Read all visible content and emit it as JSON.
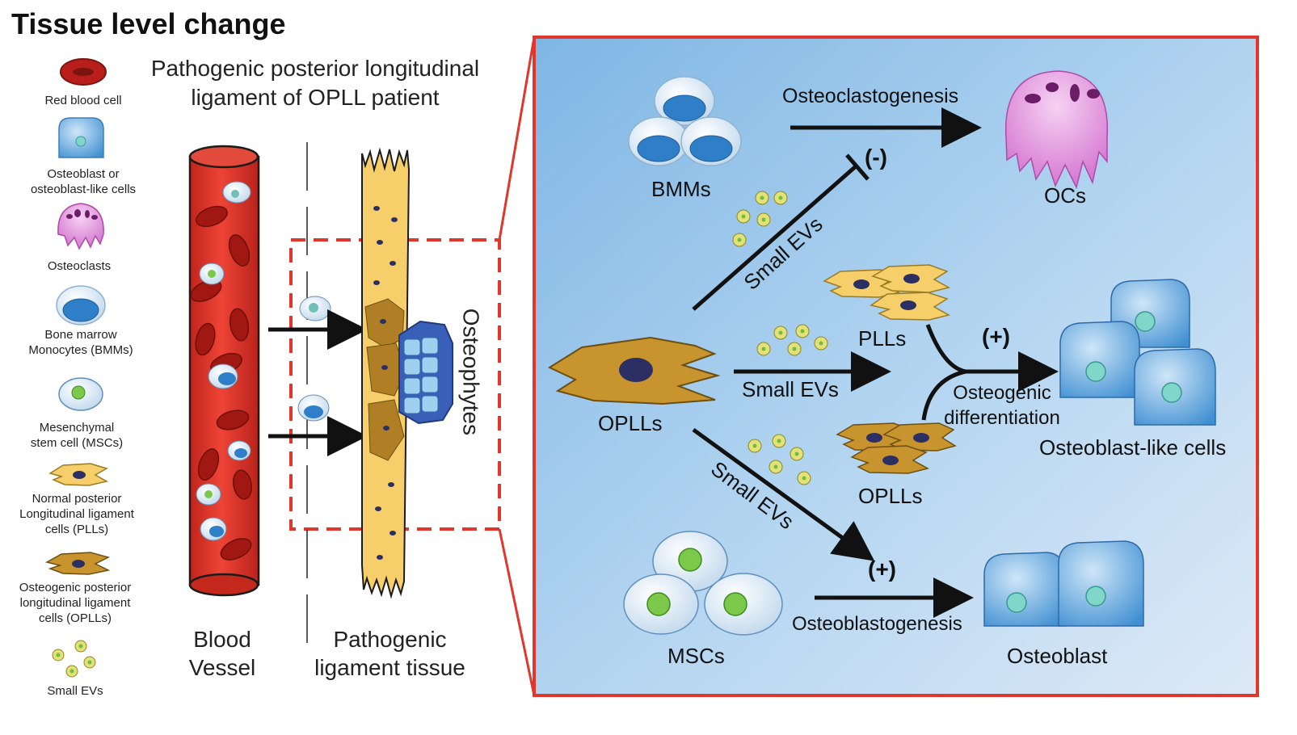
{
  "title": "Tissue level change",
  "header_text": [
    "Pathogenic posterior longitudinal",
    "ligament of OPLL patient"
  ],
  "legend": [
    {
      "key": "rbc",
      "lines": [
        "Red blood cell"
      ]
    },
    {
      "key": "osteoblast",
      "lines": [
        "Osteoblast or",
        "osteoblast-like cells"
      ]
    },
    {
      "key": "osteoclast",
      "lines": [
        "Osteoclasts"
      ]
    },
    {
      "key": "bmm",
      "lines": [
        "Bone marrow",
        "Monocytes (BMMs)"
      ]
    },
    {
      "key": "msc",
      "lines": [
        "Mesenchymal",
        "stem cell (MSCs)"
      ]
    },
    {
      "key": "pll",
      "lines": [
        "Normal posterior",
        "Longitudinal ligament",
        "cells (PLLs)"
      ]
    },
    {
      "key": "opll",
      "lines": [
        "Osteogenic posterior",
        "longitudinal ligament",
        "cells (OPLLs)"
      ]
    },
    {
      "key": "evs",
      "lines": [
        "Small EVs"
      ]
    }
  ],
  "tissue": {
    "blood_vessel": [
      "Blood",
      "Vessel"
    ],
    "ligament_tissue": [
      "Pathogenic",
      "ligament tissue"
    ],
    "osteophytes": "Osteophytes"
  },
  "panel": {
    "bmms": "BMMs",
    "osteoclastogenesis": "Osteoclastogenesis",
    "ocs": "OCs",
    "minus": "(-)",
    "small_evs_up": "Small EVs",
    "oplls_center": "OPLLs",
    "small_evs_mid": "Small EVs",
    "plls": "PLLs",
    "plus_top": "(+)",
    "osteogenic": [
      "Osteogenic",
      "differentiation"
    ],
    "oplls_right": "OPLLs",
    "osteoblast_like": "Osteoblast-like cells",
    "small_evs_down": "Small EVs",
    "plus_bottom": "(+)",
    "mscs": "MSCs",
    "osteoblastogenesis": "Osteoblastogenesis",
    "osteoblast": "Osteoblast"
  },
  "colors": {
    "red": "#e53a2b",
    "panel_blue": "#8fc3ea",
    "pll_yellow": "#f6cf6a",
    "opll_brown": "#c8942e",
    "osteoclast_pink": "#e49ae0",
    "cell_blue": "#4f9fdc"
  }
}
